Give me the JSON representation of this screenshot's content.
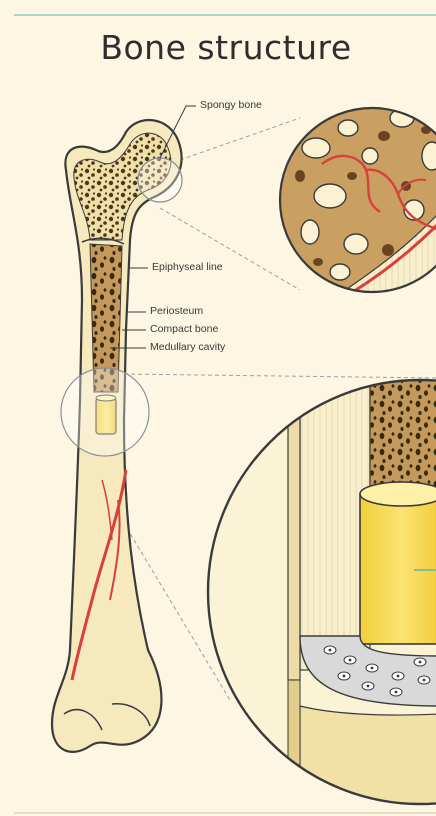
{
  "title": "Bone structure",
  "labels": {
    "spongy_bone": "Spongy bone",
    "epiphyseal_line": "Epiphyseal line",
    "periosteum": "Periosteum",
    "compact_bone": "Compact bone",
    "medullary_cavity": "Medullary cavity"
  },
  "colors": {
    "background": "#fdf6e3",
    "bone": "#f4e6b8",
    "spongy": "#b48a4a",
    "marrow": "#f5d94a",
    "vessel": "#d9403a",
    "outline": "#3a3a3a",
    "accent_rule": "#a8d4d0"
  }
}
